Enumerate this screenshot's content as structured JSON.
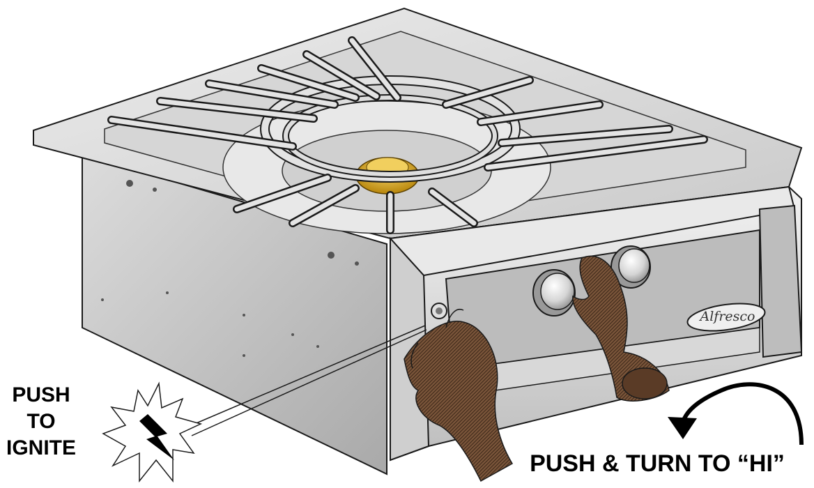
{
  "labels": {
    "push_line1": "PUSH",
    "push_line2": "TO",
    "push_line3": "IGNITE",
    "turn": "PUSH & TURN TO “HI”"
  },
  "logo": {
    "text": "Alfresco"
  },
  "colors": {
    "steel_light": "#e6e6e6",
    "steel_mid": "#c4c4c4",
    "steel_dark": "#8a8a8a",
    "burner_brass": "#d9a81e",
    "glove": "#6b4a32",
    "outline": "#1a1a1a"
  },
  "icons": {
    "spark": "lightning-bolt-icon",
    "rotate": "curved-arrow-icon"
  }
}
